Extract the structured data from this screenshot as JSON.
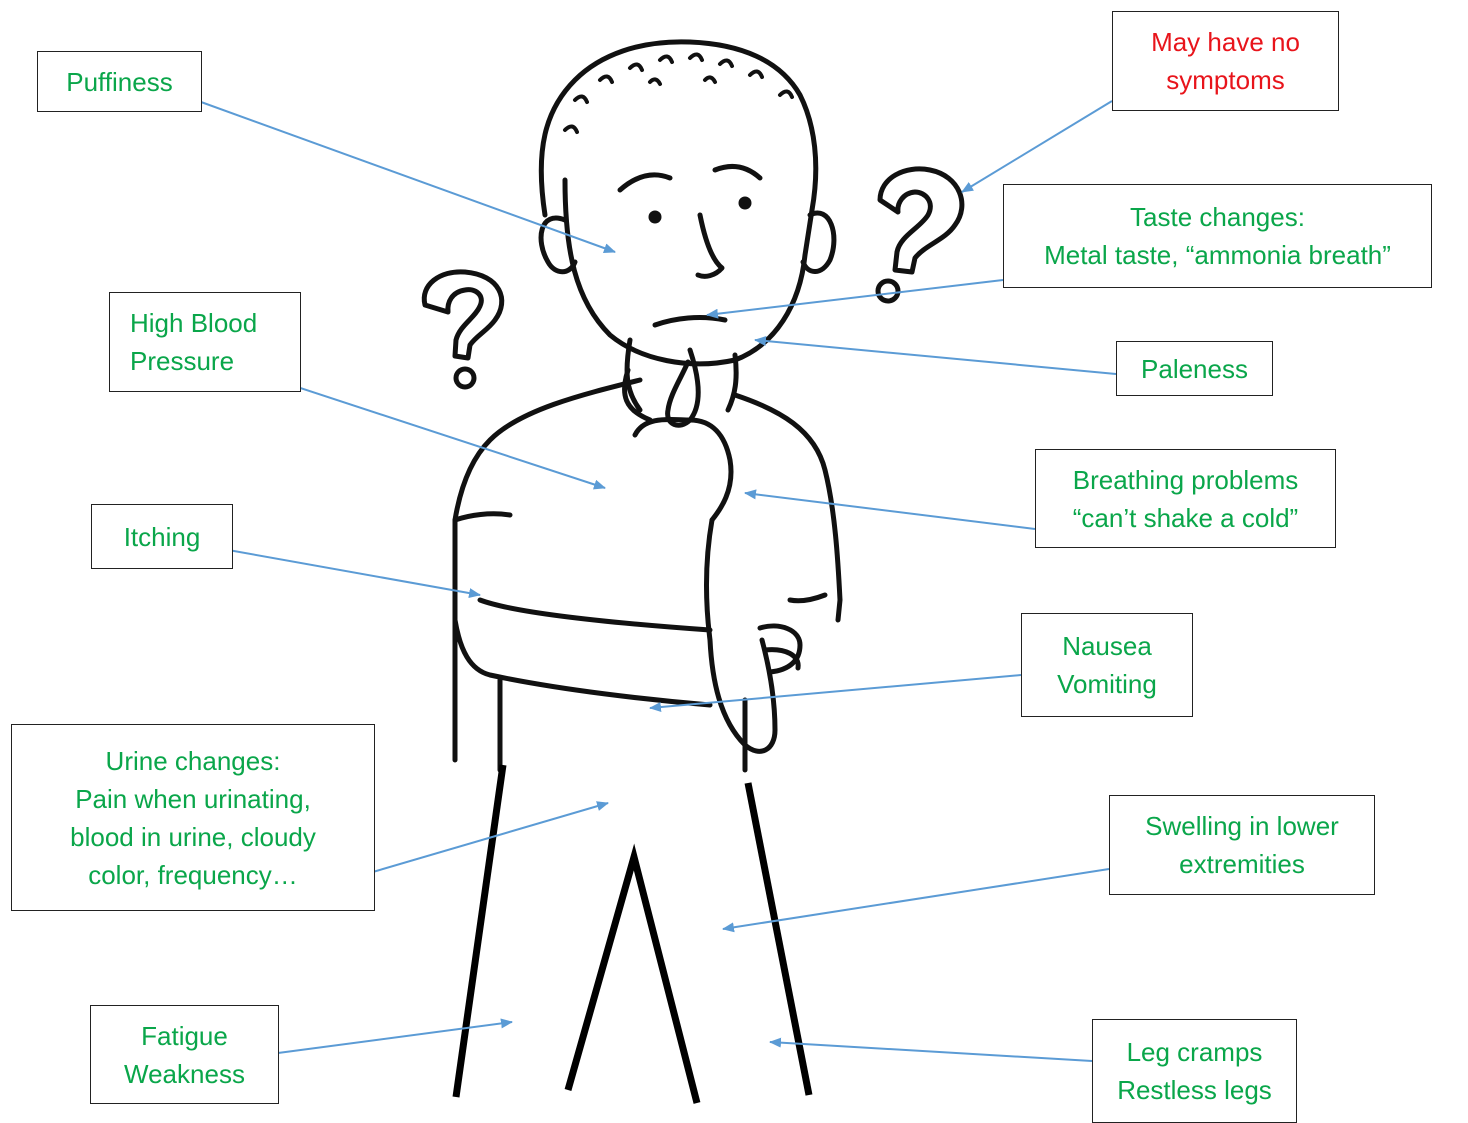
{
  "colors": {
    "label_text": "#0aa64a",
    "warning_text": "#e8141b",
    "arrow": "#5b9bd5",
    "box_border": "#222222",
    "drawing_stroke": "#111111"
  },
  "figure": {
    "description_icon": "thinking-person-icon",
    "question_mark_icon": "question-mark-icon"
  },
  "labels": {
    "puffiness": [
      "Puffiness"
    ],
    "no_symptoms": [
      "May have no",
      "symptoms"
    ],
    "taste": [
      "Taste changes:",
      "Metal taste, “ammonia breath”"
    ],
    "blood_pressure": [
      "High Blood",
      "Pressure"
    ],
    "paleness": [
      "Paleness"
    ],
    "breathing": [
      "Breathing problems",
      "“can’t shake a cold”"
    ],
    "itching": [
      "Itching"
    ],
    "nausea": [
      "Nausea",
      "Vomiting"
    ],
    "urine": [
      "Urine changes:",
      "Pain when urinating,",
      "blood in urine, cloudy",
      "color, frequency…"
    ],
    "swelling": [
      "Swelling in lower",
      "extremities"
    ],
    "fatigue": [
      "Fatigue",
      "Weakness"
    ],
    "leg_cramps": [
      "Leg cramps",
      "Restless legs"
    ]
  }
}
